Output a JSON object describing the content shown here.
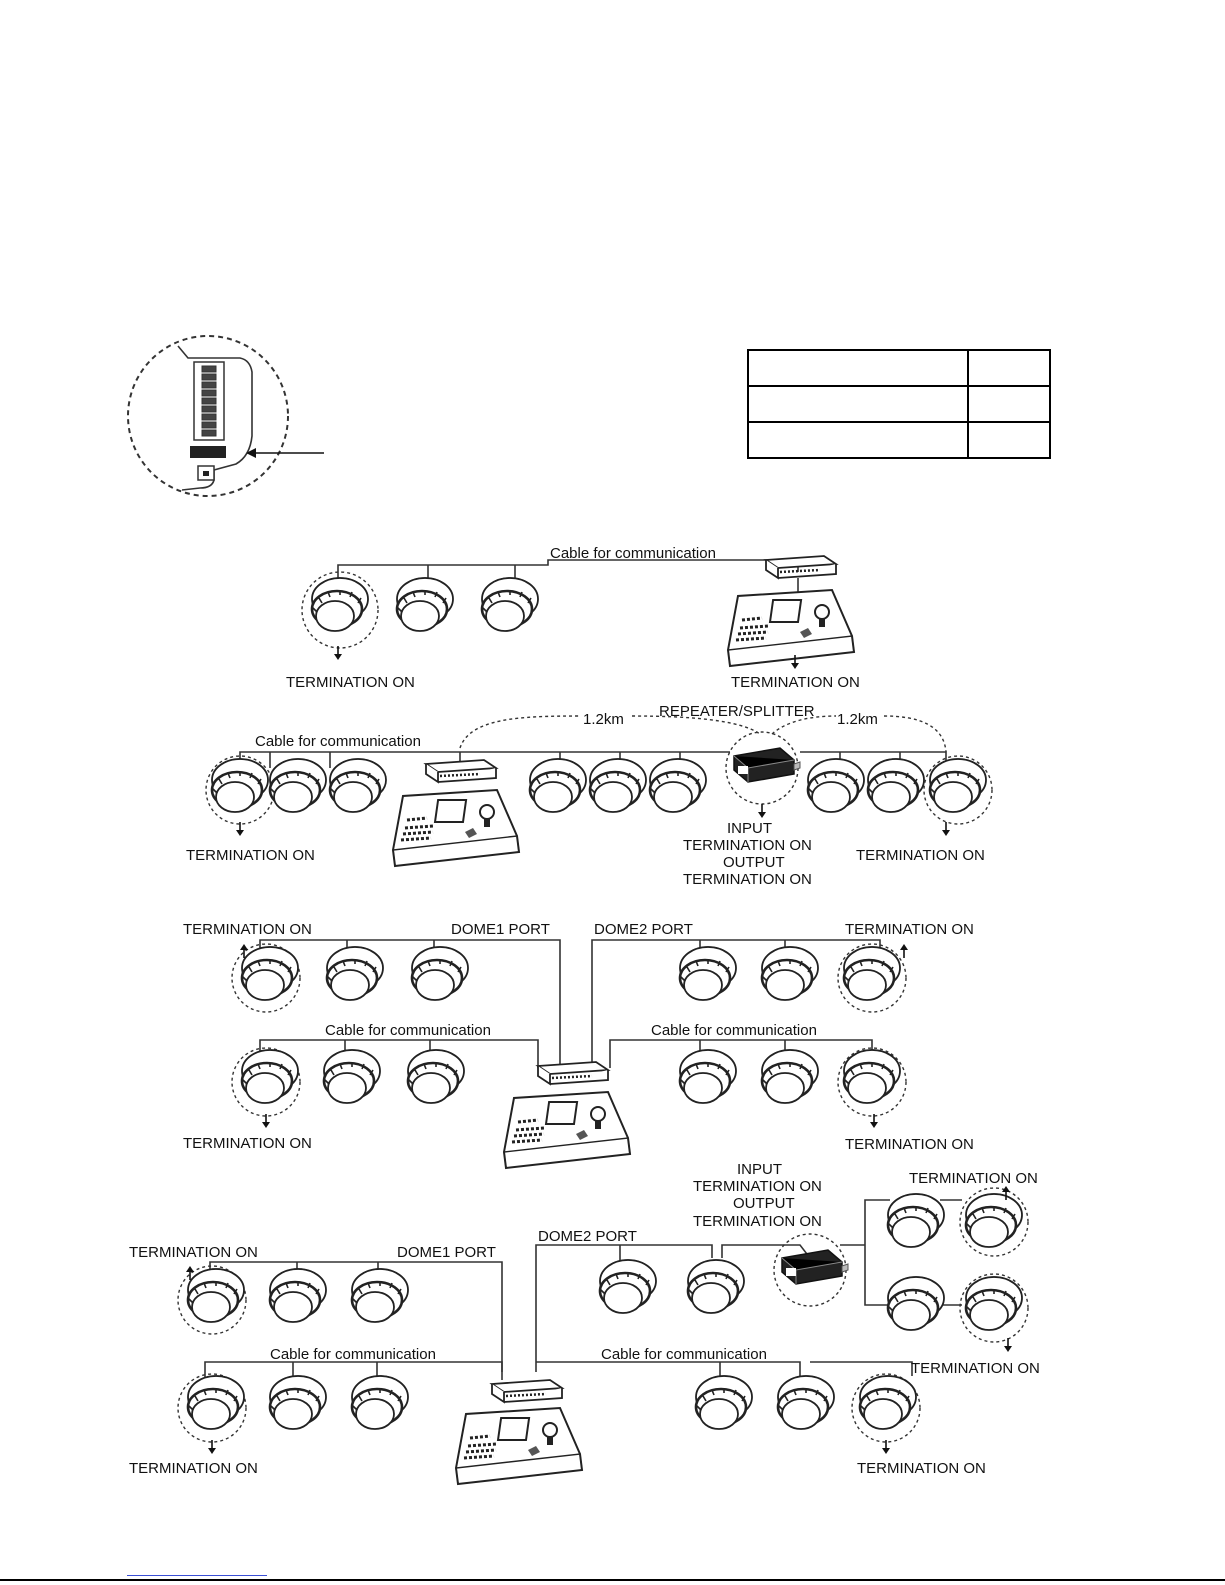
{
  "labels": {
    "cable": "Cable for communication",
    "termination_on": "TERMINATION ON",
    "repeater_splitter": "REPEATER/SPLITTER",
    "distance": "1.2km",
    "input": "INPUT",
    "output": "OUTPUT",
    "dome1_port": "DOME1 PORT",
    "dome2_port": "DOME2 PORT"
  },
  "table": {
    "rows": 3,
    "columns": 2
  },
  "colors": {
    "line": "#333333",
    "ink": "#111111",
    "link": "#3b4fd4"
  },
  "icons": [
    "dip-switch-detail-icon",
    "dome-camera-icon",
    "keyboard-controller-icon",
    "receiver-box-icon",
    "repeater-splitter-icon"
  ]
}
